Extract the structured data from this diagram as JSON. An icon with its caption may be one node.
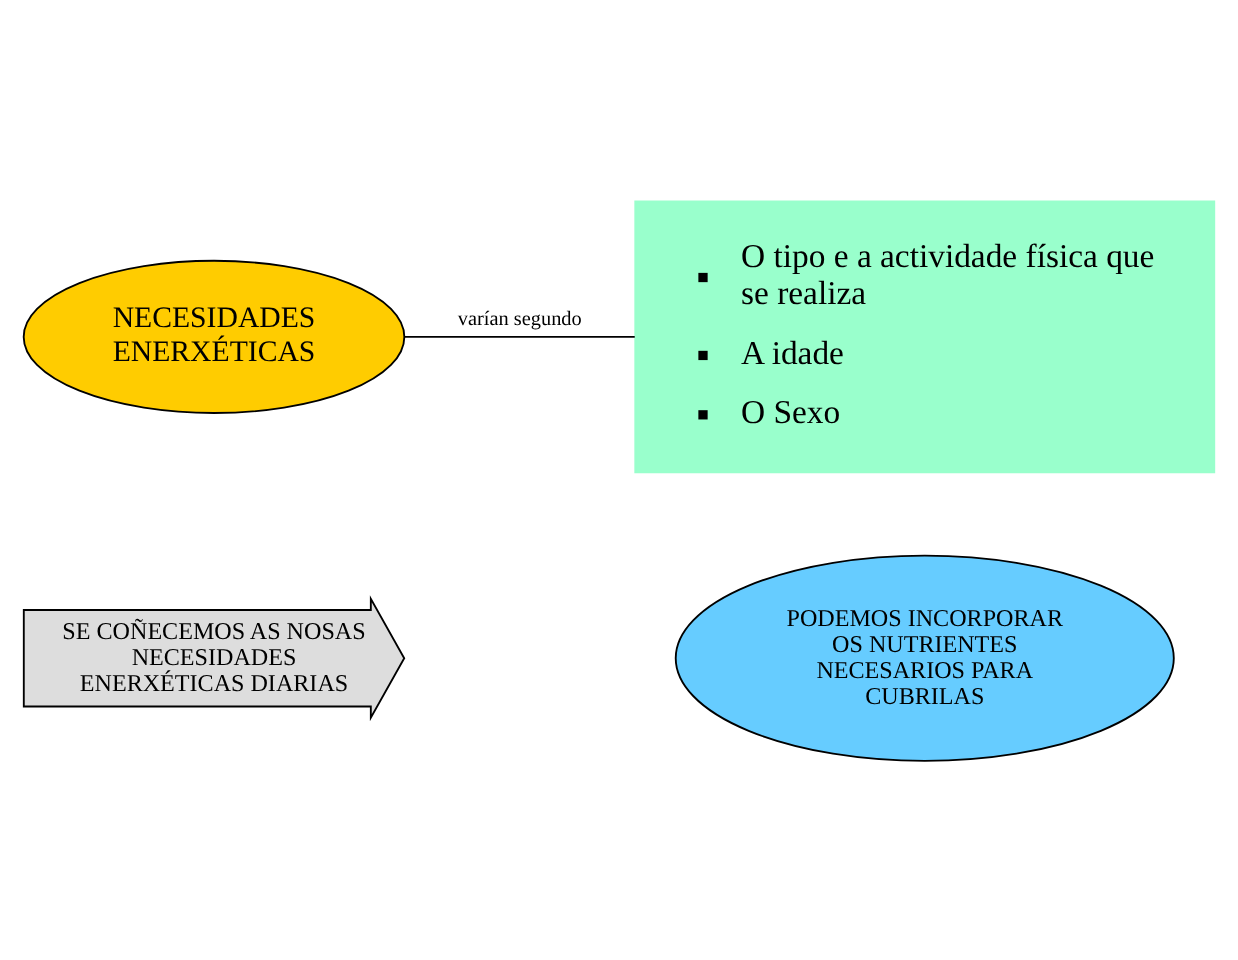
{
  "diagram": {
    "nodes": [
      {
        "text": [
          "NECESIDADES ENERXÉTICAS"
        ]
      },
      {
        "text": [
          "O tipo e a actividade física que se realiza",
          "A idade",
          "O Sexo"
        ]
      },
      {
        "text": [
          "SE COÑECEMOS AS NOSAS NECESIDADES ENERXÉTICAS DIARIAS"
        ]
      },
      {
        "text": [
          "PODEMOS INCORPORAR OS NUTRIENTES NECESARIOS PARA CUBRILAS"
        ]
      }
    ],
    "edges": [
      {
        "from": 0,
        "to": 1,
        "arrow": "none",
        "label": "varían segundo"
      }
    ]
  }
}
